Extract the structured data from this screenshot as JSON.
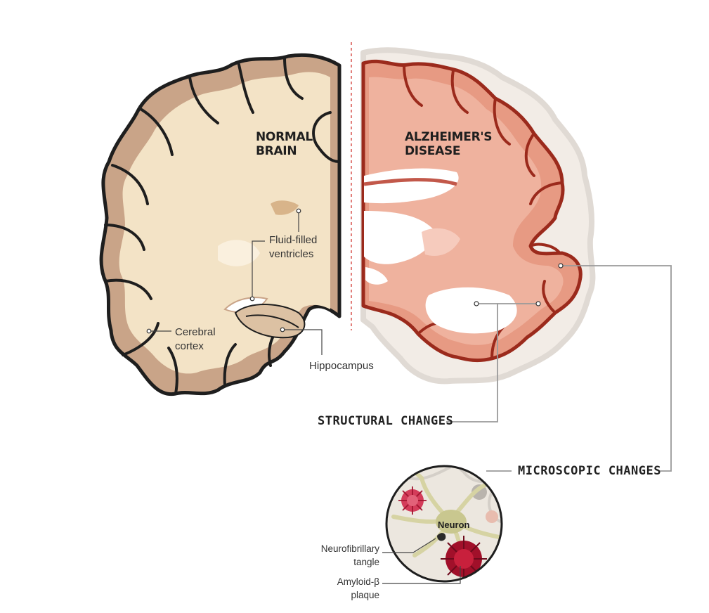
{
  "normal_brain": {
    "title_line1": "NORMAL",
    "title_line2": "BRAIN",
    "labels": {
      "ventricles_line1": "Fluid-filled",
      "ventricles_line2": "ventricles",
      "cortex_line1": "Cerebral",
      "cortex_line2": "cortex",
      "hippocampus": "Hippocampus"
    }
  },
  "alzheimers_brain": {
    "title_line1": "ALZHEIMER'S",
    "title_line2": "DISEASE"
  },
  "headings": {
    "structural": "STRUCTURAL CHANGES",
    "microscopic": "MICROSCOPIC CHANGES"
  },
  "micro_inset": {
    "neuron": "Neuron",
    "tangle_line1": "Neurofibrillary",
    "tangle_line2": "tangle",
    "plaque_line1": "Amyloid-β",
    "plaque_line2": "plaque"
  },
  "colors": {
    "normal_cortex": "#c9a488",
    "normal_white_matter": "#f3e3c6",
    "alz_cortex": "#e79a83",
    "alz_outline": "#9b2a1c",
    "alz_ghost": "#e6e1dc",
    "plaque": "#b0132e",
    "divider": "#d9534f"
  }
}
